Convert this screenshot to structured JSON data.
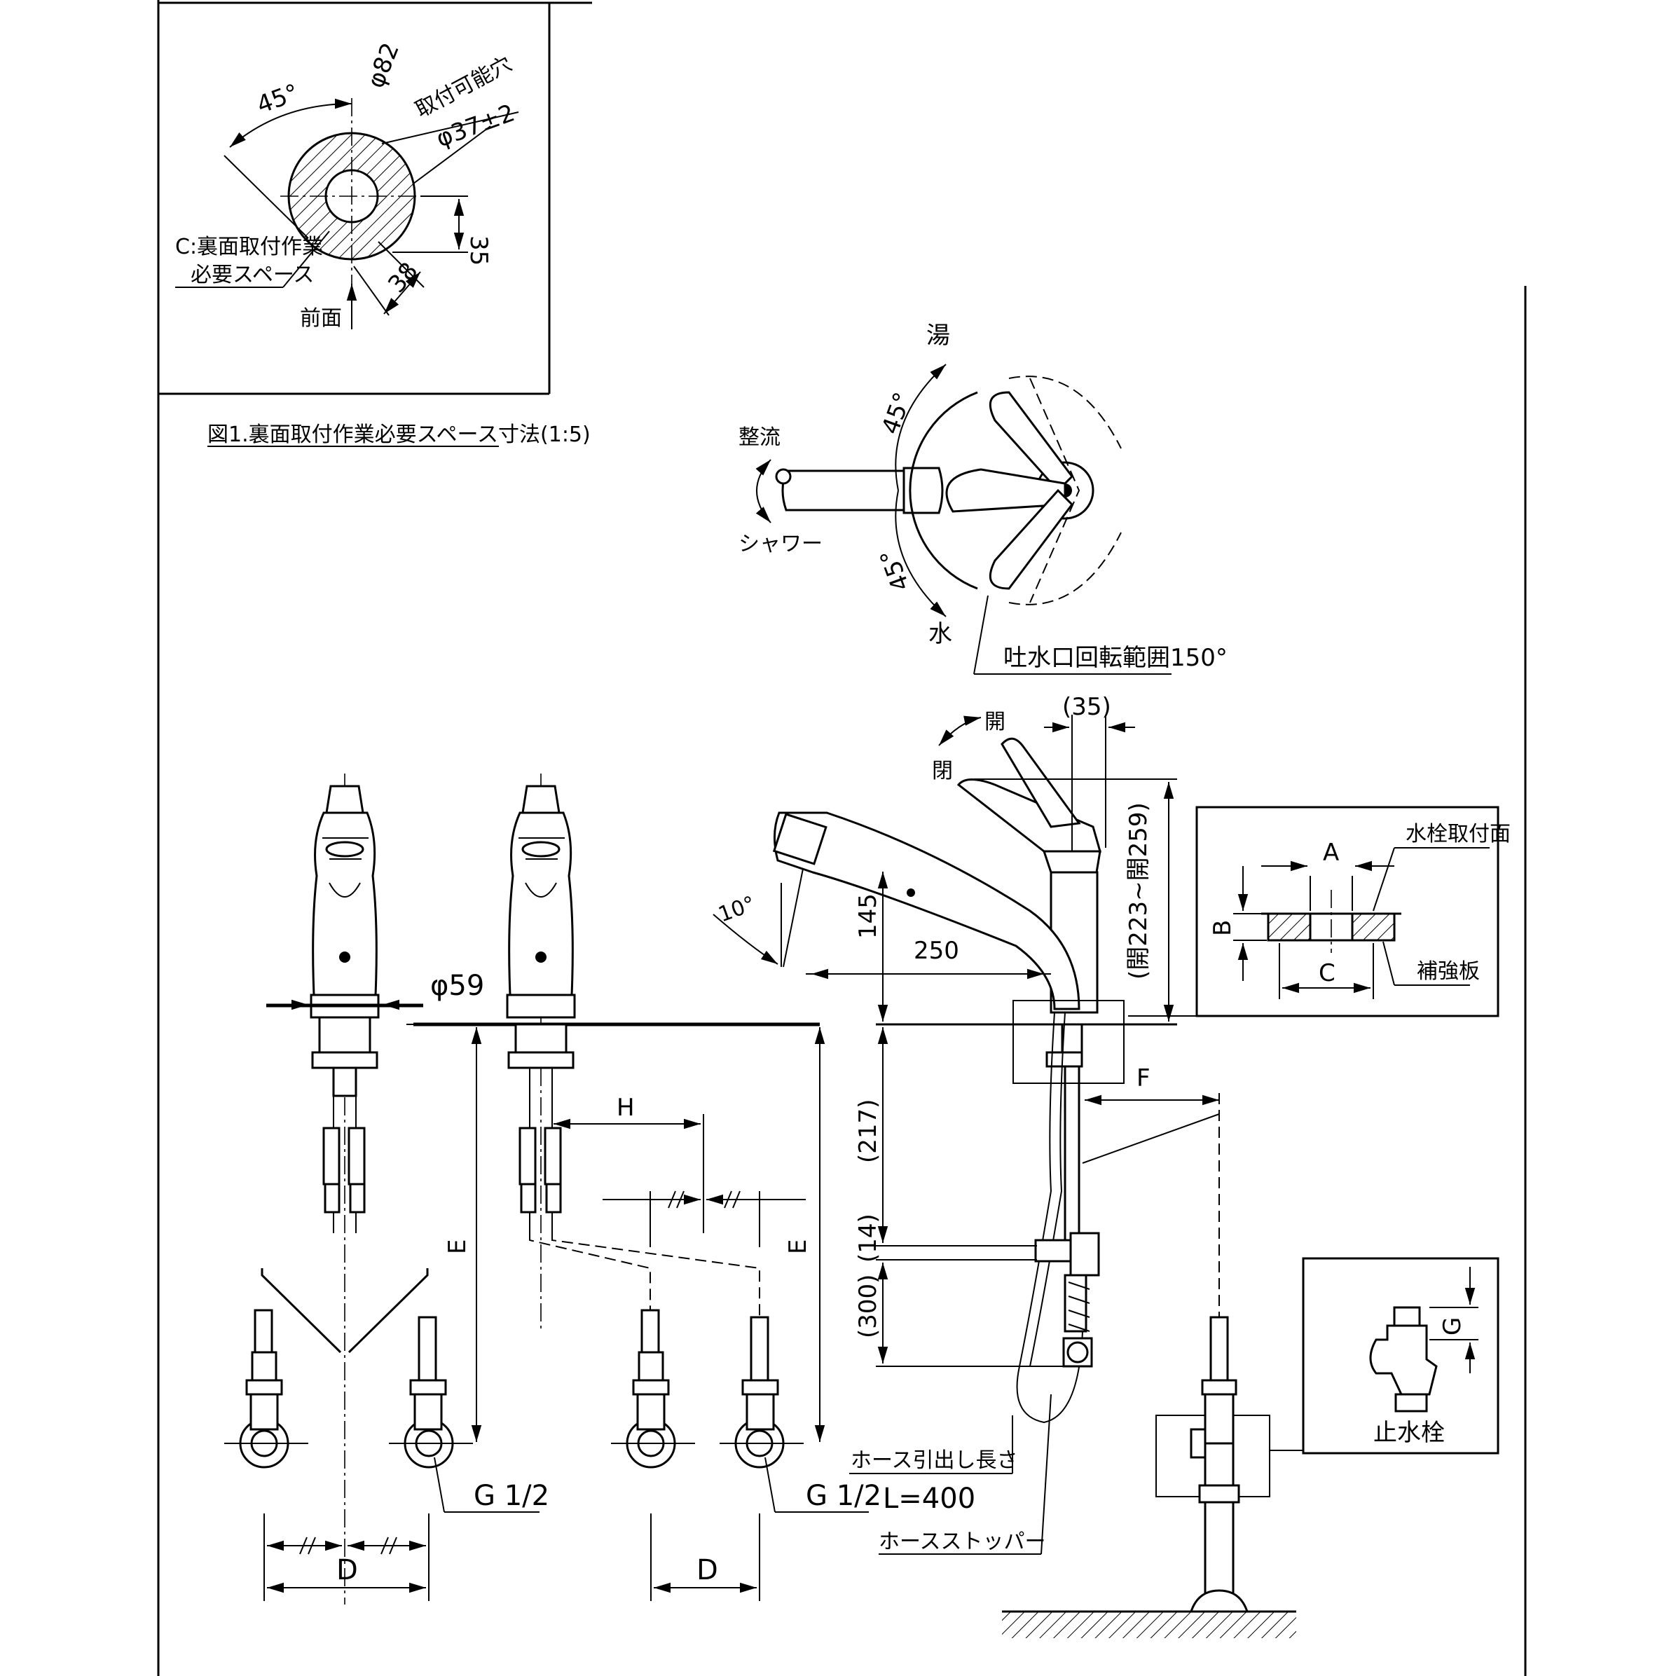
{
  "fig1": {
    "angle": "45°",
    "diameter_outer": "φ82",
    "hole_label": "取付可能穴",
    "hole_dia": "φ37±2",
    "dim_35": "35",
    "dim_38": "38",
    "c_label_1": "C:裏面取付作業",
    "c_label_2": "必要スペース",
    "front": "前面",
    "caption": "図1.裏面取付作業必要スペース寸法(1:5)"
  },
  "handle_top": {
    "hot": "湯",
    "cold": "水",
    "angle_up": "45°",
    "angle_down": "45°",
    "spray": "整流",
    "shower": "シャワー",
    "spout_rotation": "吐水口回転範囲150°"
  },
  "side": {
    "dim_35": "(35)",
    "open": "開",
    "close": "閉",
    "height_range": "(開223~開259)",
    "dim_145": "145",
    "dim_250": "250",
    "angle_10": "10°",
    "dim_217": "(217)",
    "dim_14": "(14)",
    "dim_300": "(300)",
    "dim_F": "F",
    "hose_label": "ホース引出し長さ",
    "hose_length": "L=400",
    "hose_stopper": "ホースストッパー"
  },
  "detail_mount": {
    "dim_A": "A",
    "dim_B": "B",
    "dim_C": "C",
    "mount_face": "水栓取付面",
    "reinforce": "補強板"
  },
  "front_view": {
    "dia_59": "φ59",
    "dim_E_left": "E",
    "dim_E_right": "E",
    "dim_H": "H",
    "g_left": "G 1/2",
    "g_right": "G 1/2",
    "dim_D_left": "D",
    "dim_D_right": "D"
  },
  "stop_valve": {
    "dim_G": "G",
    "label": "止水栓"
  }
}
